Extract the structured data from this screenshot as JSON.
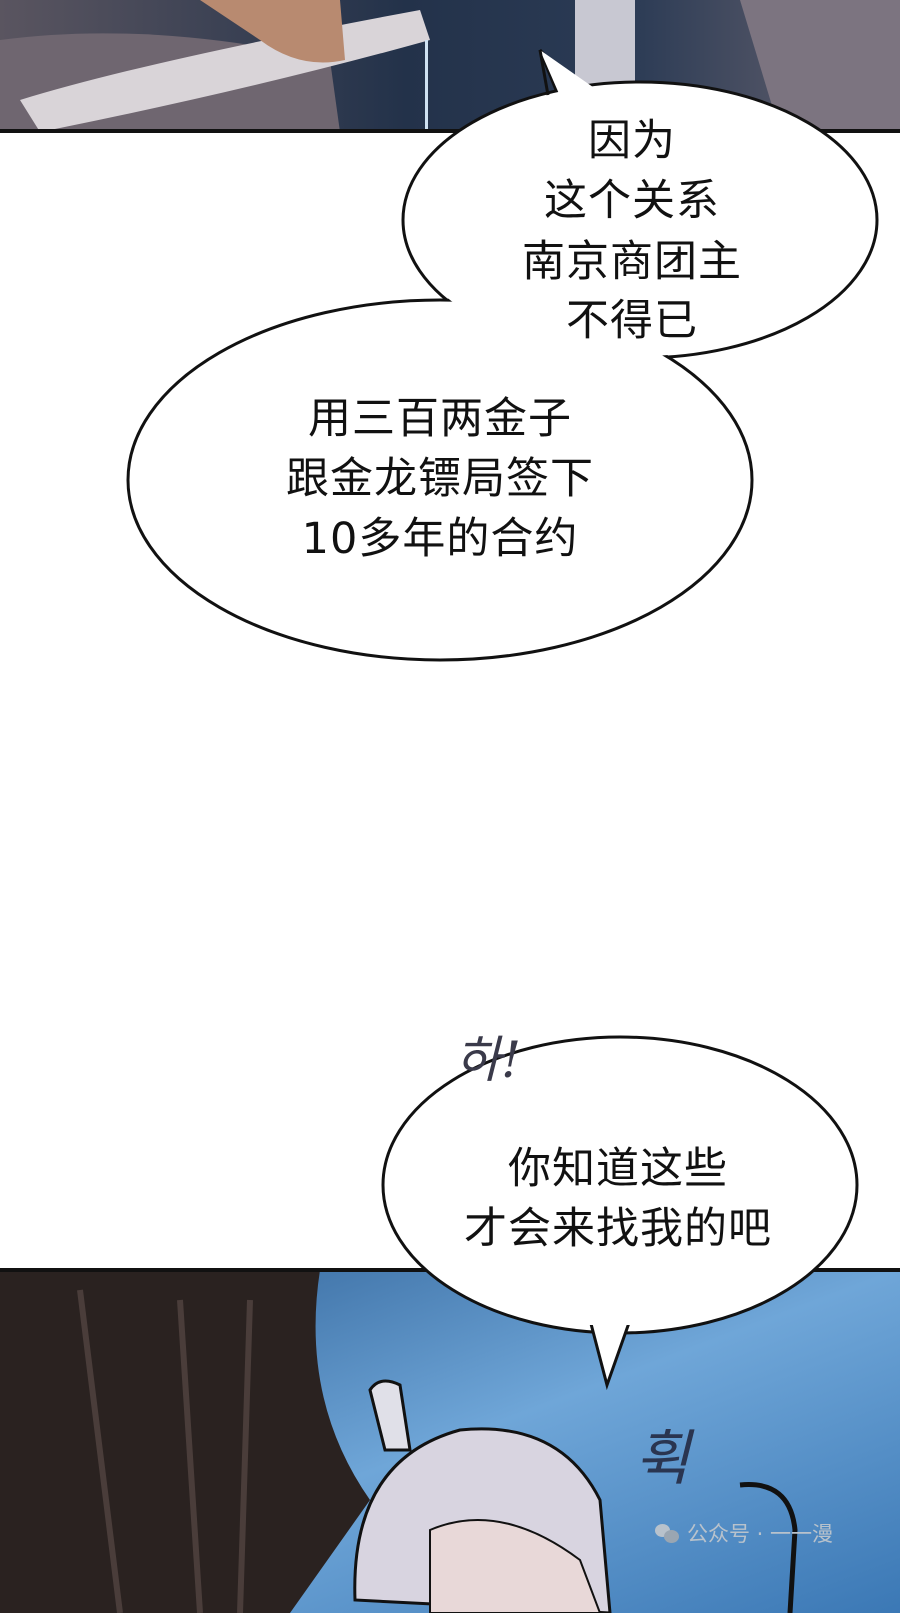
{
  "bubbles": [
    {
      "lines": [
        "因为",
        "这个关系",
        "南京商团主",
        "不得已"
      ]
    },
    {
      "lines": [
        "用三百两金子",
        "跟金龙镖局签下",
        "10多年的合约"
      ]
    },
    {
      "lines": [
        "你知道这些",
        "才会来找我的吧"
      ]
    }
  ],
  "sfx": {
    "ha": "하!",
    "hwik": "휙"
  },
  "watermark": {
    "icon": "wechat-icon",
    "text": "公众号 · 一一漫"
  },
  "colors": {
    "top_panel": "#3c3f52",
    "sky": "#4a86c0",
    "hair": "#2a2220"
  }
}
